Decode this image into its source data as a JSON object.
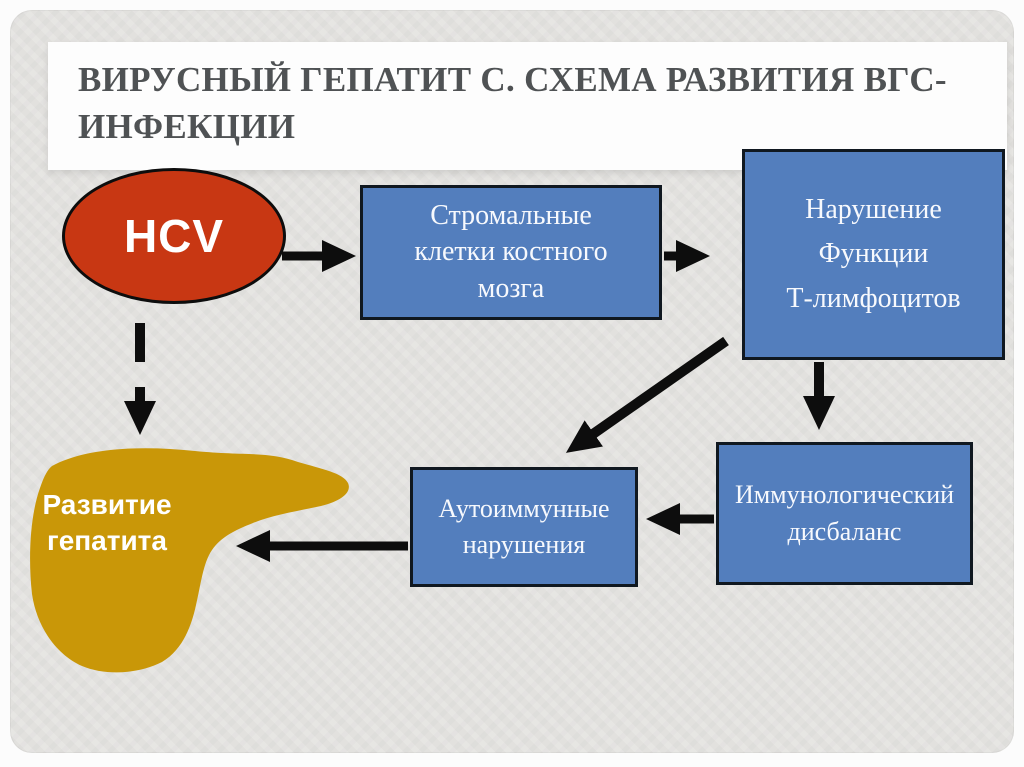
{
  "slide": {
    "title": "ВИРУСНЫЙ ГЕПАТИТ С. СХЕМА РАЗВИТИЯ ВГС-\nИНФЕКЦИИ",
    "title_color": "#4f5254",
    "panel_bg": "#e2e1de",
    "banner_bg": "#fdfdfd"
  },
  "diagram": {
    "arrow_color": "#0d0d0d",
    "box_fill": "#537ebd",
    "box_border": "#101820",
    "nodes": {
      "hcv": {
        "label": "HCV",
        "shape": "ellipse",
        "fill": "#c83713",
        "text_color": "#ffffff"
      },
      "stromal_cells": {
        "label": "Стромальные\nклетки костного\nмозга",
        "shape": "box"
      },
      "t_lymphocytes": {
        "label": "Нарушение\nФункции\nТ-лимфоцитов",
        "shape": "box"
      },
      "autoimmune": {
        "label": "Аутоиммунные\nнарушения",
        "shape": "box"
      },
      "immune_imbalance": {
        "label": "Иммунологический\nдисбаланс",
        "shape": "box"
      },
      "liver": {
        "label": "Развитие\nгепатита",
        "shape": "liver",
        "fill": "#c99708",
        "text_color": "#ffffff"
      }
    },
    "edges": [
      {
        "from": "hcv",
        "to": "stromal_cells",
        "style": "solid"
      },
      {
        "from": "stromal_cells",
        "to": "t_lymphocytes",
        "style": "solid"
      },
      {
        "from": "hcv",
        "to": "liver",
        "style": "dashed"
      },
      {
        "from": "t_lymphocytes",
        "to": "immune_imbalance",
        "style": "solid"
      },
      {
        "from": "t_lymphocytes",
        "to": "autoimmune",
        "style": "solid"
      },
      {
        "from": "immune_imbalance",
        "to": "autoimmune",
        "style": "solid"
      },
      {
        "from": "autoimmune",
        "to": "liver",
        "style": "solid"
      }
    ]
  }
}
